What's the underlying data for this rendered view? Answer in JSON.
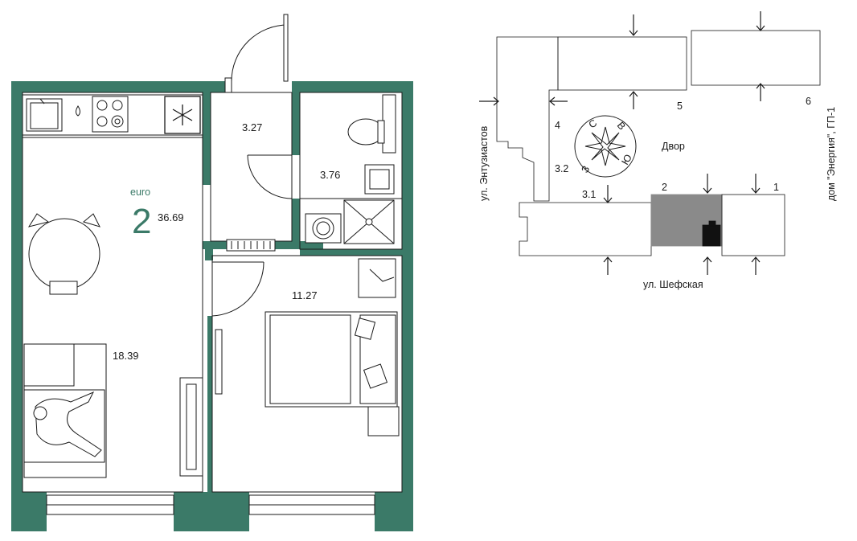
{
  "apartment": {
    "type_label": "euro",
    "rooms_count": "2",
    "total_area": "36.69",
    "rooms": {
      "hallway": "3.27",
      "bathroom": "3.76",
      "living_kitchen": "18.39",
      "bedroom": "11.27"
    }
  },
  "site_plan": {
    "street_left": "ул. Энтузиастов",
    "street_bottom": "ул. Шефская",
    "neighbor_label": "дом \"Энергия\", ГП-1",
    "courtyard_label": "Двор",
    "compass": {
      "n": "С",
      "e": "В",
      "s": "Ю",
      "w": "З"
    },
    "section_numbers": [
      "1",
      "2",
      "3.1",
      "3.2",
      "4",
      "5",
      "6"
    ]
  },
  "colors": {
    "wall_green": "#3b7a68",
    "highlight_section": "#8a8a8a",
    "apartment_marker": "#111111"
  },
  "icons": [
    "sink-icon",
    "water-drop-icon",
    "stove-icon",
    "snowflake-icon",
    "toilet-icon",
    "washing-machine-icon",
    "shower-icon",
    "sofa-icon",
    "bed-icon",
    "tv-icon",
    "radiator-icon",
    "compass-rose-icon",
    "arrow-icon"
  ]
}
